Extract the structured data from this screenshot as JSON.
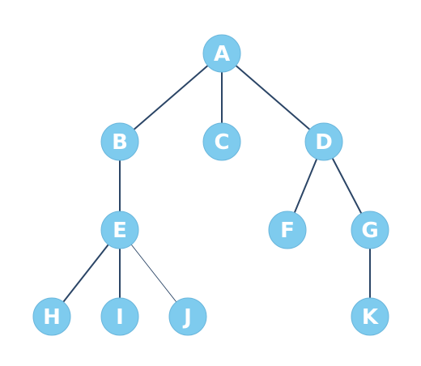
{
  "colors": {
    "node_fill": "#7ecbee",
    "node_stroke": "#6ab6dc",
    "edge": "#2b4566",
    "label": "#ffffff"
  },
  "tree": {
    "nodes": [
      {
        "id": "A",
        "label": "A"
      },
      {
        "id": "B",
        "label": "B"
      },
      {
        "id": "C",
        "label": "C"
      },
      {
        "id": "D",
        "label": "D"
      },
      {
        "id": "E",
        "label": "E"
      },
      {
        "id": "F",
        "label": "F"
      },
      {
        "id": "G",
        "label": "G"
      },
      {
        "id": "H",
        "label": "H"
      },
      {
        "id": "I",
        "label": "I"
      },
      {
        "id": "J",
        "label": "J"
      },
      {
        "id": "K",
        "label": "K"
      }
    ],
    "edges": [
      {
        "from": "A",
        "to": "B"
      },
      {
        "from": "A",
        "to": "C"
      },
      {
        "from": "A",
        "to": "D"
      },
      {
        "from": "B",
        "to": "E"
      },
      {
        "from": "D",
        "to": "F"
      },
      {
        "from": "D",
        "to": "G"
      },
      {
        "from": "E",
        "to": "H"
      },
      {
        "from": "E",
        "to": "I"
      },
      {
        "from": "E",
        "to": "J"
      },
      {
        "from": "G",
        "to": "K"
      }
    ]
  }
}
